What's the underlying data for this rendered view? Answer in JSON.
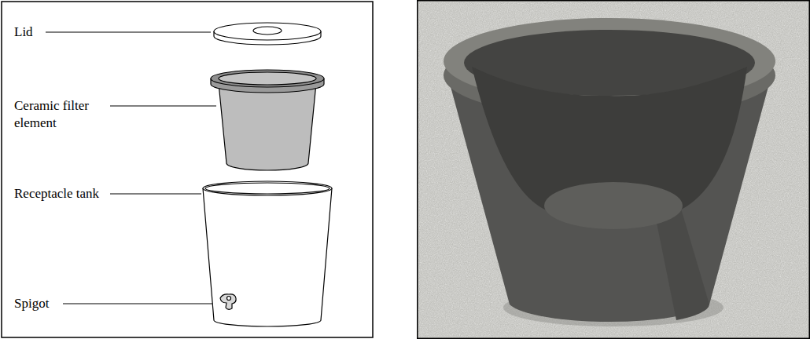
{
  "diagram": {
    "labels": [
      "Lid",
      "Ceramic filter element",
      "Receptacle tank",
      "Spigot"
    ]
  }
}
